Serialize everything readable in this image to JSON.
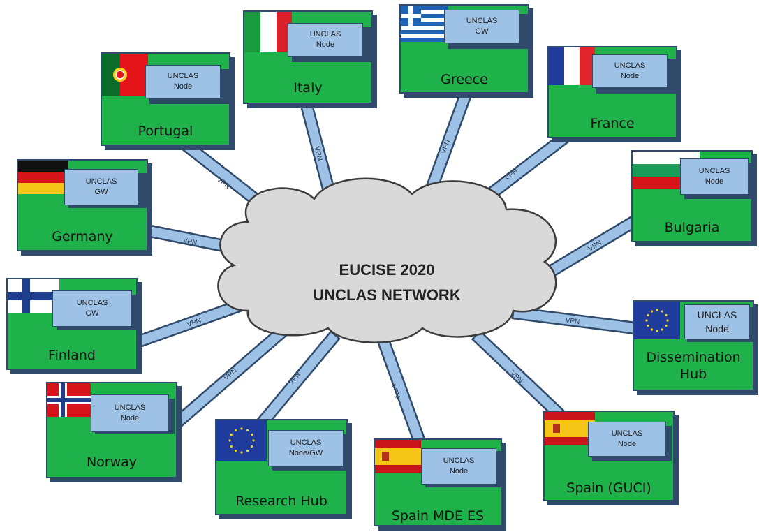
{
  "cloud": {
    "line1": "EUCISE 2020",
    "line2": "UNCLAS NETWORK"
  },
  "link_label": "VPN",
  "nodes": [
    {
      "id": "portugal",
      "name": "Portugal",
      "role1": "UNCLAS",
      "role2": "Node",
      "flag": "portugal"
    },
    {
      "id": "italy",
      "name": "Italy",
      "role1": "UNCLAS",
      "role2": "Node",
      "flag": "italy"
    },
    {
      "id": "greece",
      "name": "Greece",
      "role1": "UNCLAS",
      "role2": "GW",
      "flag": "greece"
    },
    {
      "id": "france",
      "name": "France",
      "role1": "UNCLAS",
      "role2": "Node",
      "flag": "france"
    },
    {
      "id": "germany",
      "name": "Germany",
      "role1": "UNCLAS",
      "role2": "GW",
      "flag": "germany"
    },
    {
      "id": "bulgaria",
      "name": "Bulgaria",
      "role1": "UNCLAS",
      "role2": "Node",
      "flag": "bulgaria"
    },
    {
      "id": "finland",
      "name": "Finland",
      "role1": "UNCLAS",
      "role2": "GW",
      "flag": "finland"
    },
    {
      "id": "dissemination-hub",
      "name": "Dissemination Hub",
      "name_line1": "Dissemination",
      "name_line2": "Hub",
      "role1": "UNCLAS",
      "role2": "Node",
      "flag": "eu"
    },
    {
      "id": "norway",
      "name": "Norway",
      "role1": "UNCLAS",
      "role2": "Node",
      "flag": "norway"
    },
    {
      "id": "research-hub",
      "name": "Research Hub",
      "role1": "UNCLAS",
      "role2": "Node/GW",
      "flag": "eu"
    },
    {
      "id": "spain-mde-es",
      "name": "Spain MDE ES",
      "role1": "UNCLAS",
      "role2": "Node",
      "flag": "spain"
    },
    {
      "id": "spain-guci",
      "name": "Spain (GUCI)",
      "role1": "UNCLAS",
      "role2": "Node",
      "flag": "spain"
    }
  ],
  "colors": {
    "node_fill": "#1fb14a",
    "node_border": "#2f4a6a",
    "tag_fill": "#9ec2e6",
    "cloud_fill": "#d9d9d9",
    "link_fill": "#9ec2e6"
  }
}
